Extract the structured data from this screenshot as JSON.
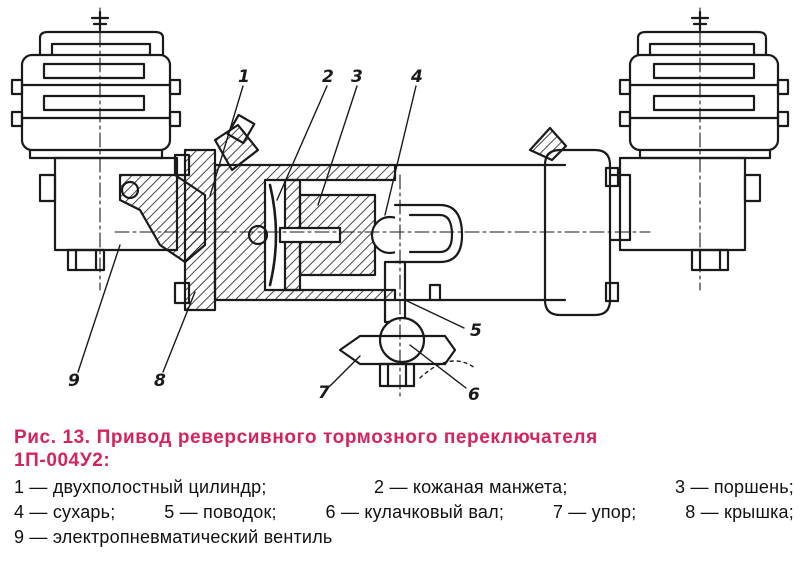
{
  "figure": {
    "callouts": [
      "1",
      "2",
      "3",
      "4",
      "5",
      "6",
      "7",
      "8",
      "9"
    ]
  },
  "caption": {
    "title_line1": "Рис. 13. Привод реверсивного тормозного переключателя",
    "title_line2": "1П-004У2:",
    "legend_rows": [
      [
        "1 — двухполостный цилиндр;",
        "2 — кожаная манжета;",
        "3 — поршень;"
      ],
      [
        "4 — сухарь;",
        "5 — поводок;",
        "6 — кулачковый вал;",
        "7 — упор;",
        "8 — крышка;"
      ],
      [
        "9 — электропневматический вентиль"
      ]
    ]
  },
  "colors": {
    "caption_title": "#d6245a",
    "ink": "#1a1a1a"
  }
}
